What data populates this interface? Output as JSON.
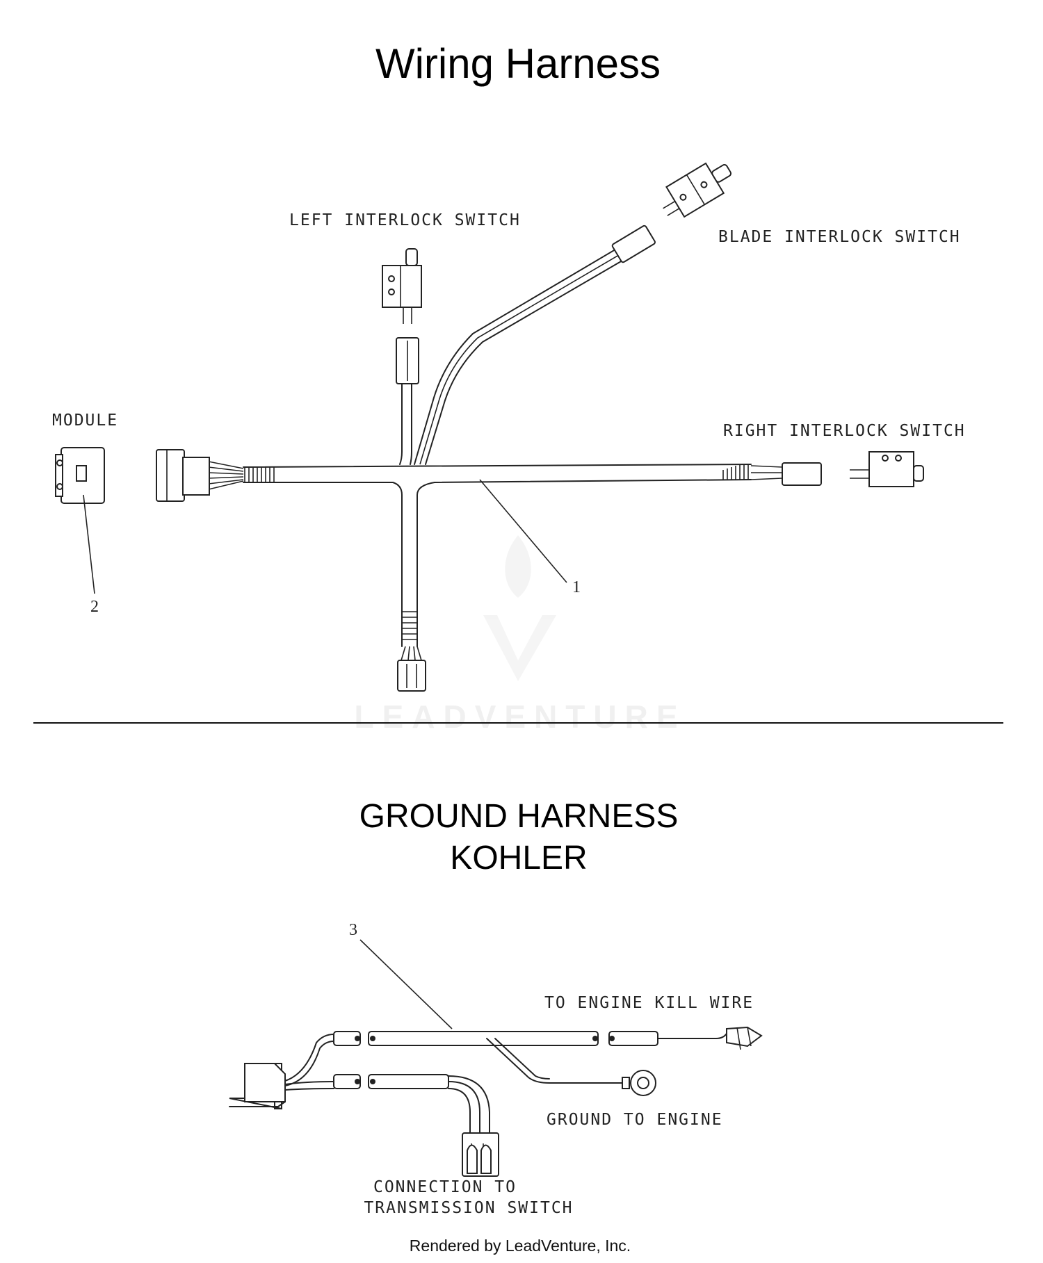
{
  "titles": {
    "wiring_harness": "Wiring Harness",
    "ground_harness_line1": "GROUND HARNESS",
    "ground_harness_line2": "KOHLER"
  },
  "labels": {
    "left_interlock_switch": "LEFT INTERLOCK SWITCH",
    "blade_interlock_switch": "BLADE INTERLOCK SWITCH",
    "module": "MODULE",
    "right_interlock_switch": "RIGHT INTERLOCK SWITCH",
    "to_engine_kill_wire": "TO ENGINE KILL WIRE",
    "ground_to_engine": "GROUND TO ENGINE",
    "connection_to_line1": "CONNECTION TO",
    "connection_to_line2": "TRANSMISSION SWITCH"
  },
  "reference_numbers": {
    "harness": "1",
    "module": "2",
    "ground_harness": "3"
  },
  "watermark": "LEADVENTURE",
  "footer": "Rendered by LeadVenture, Inc."
}
